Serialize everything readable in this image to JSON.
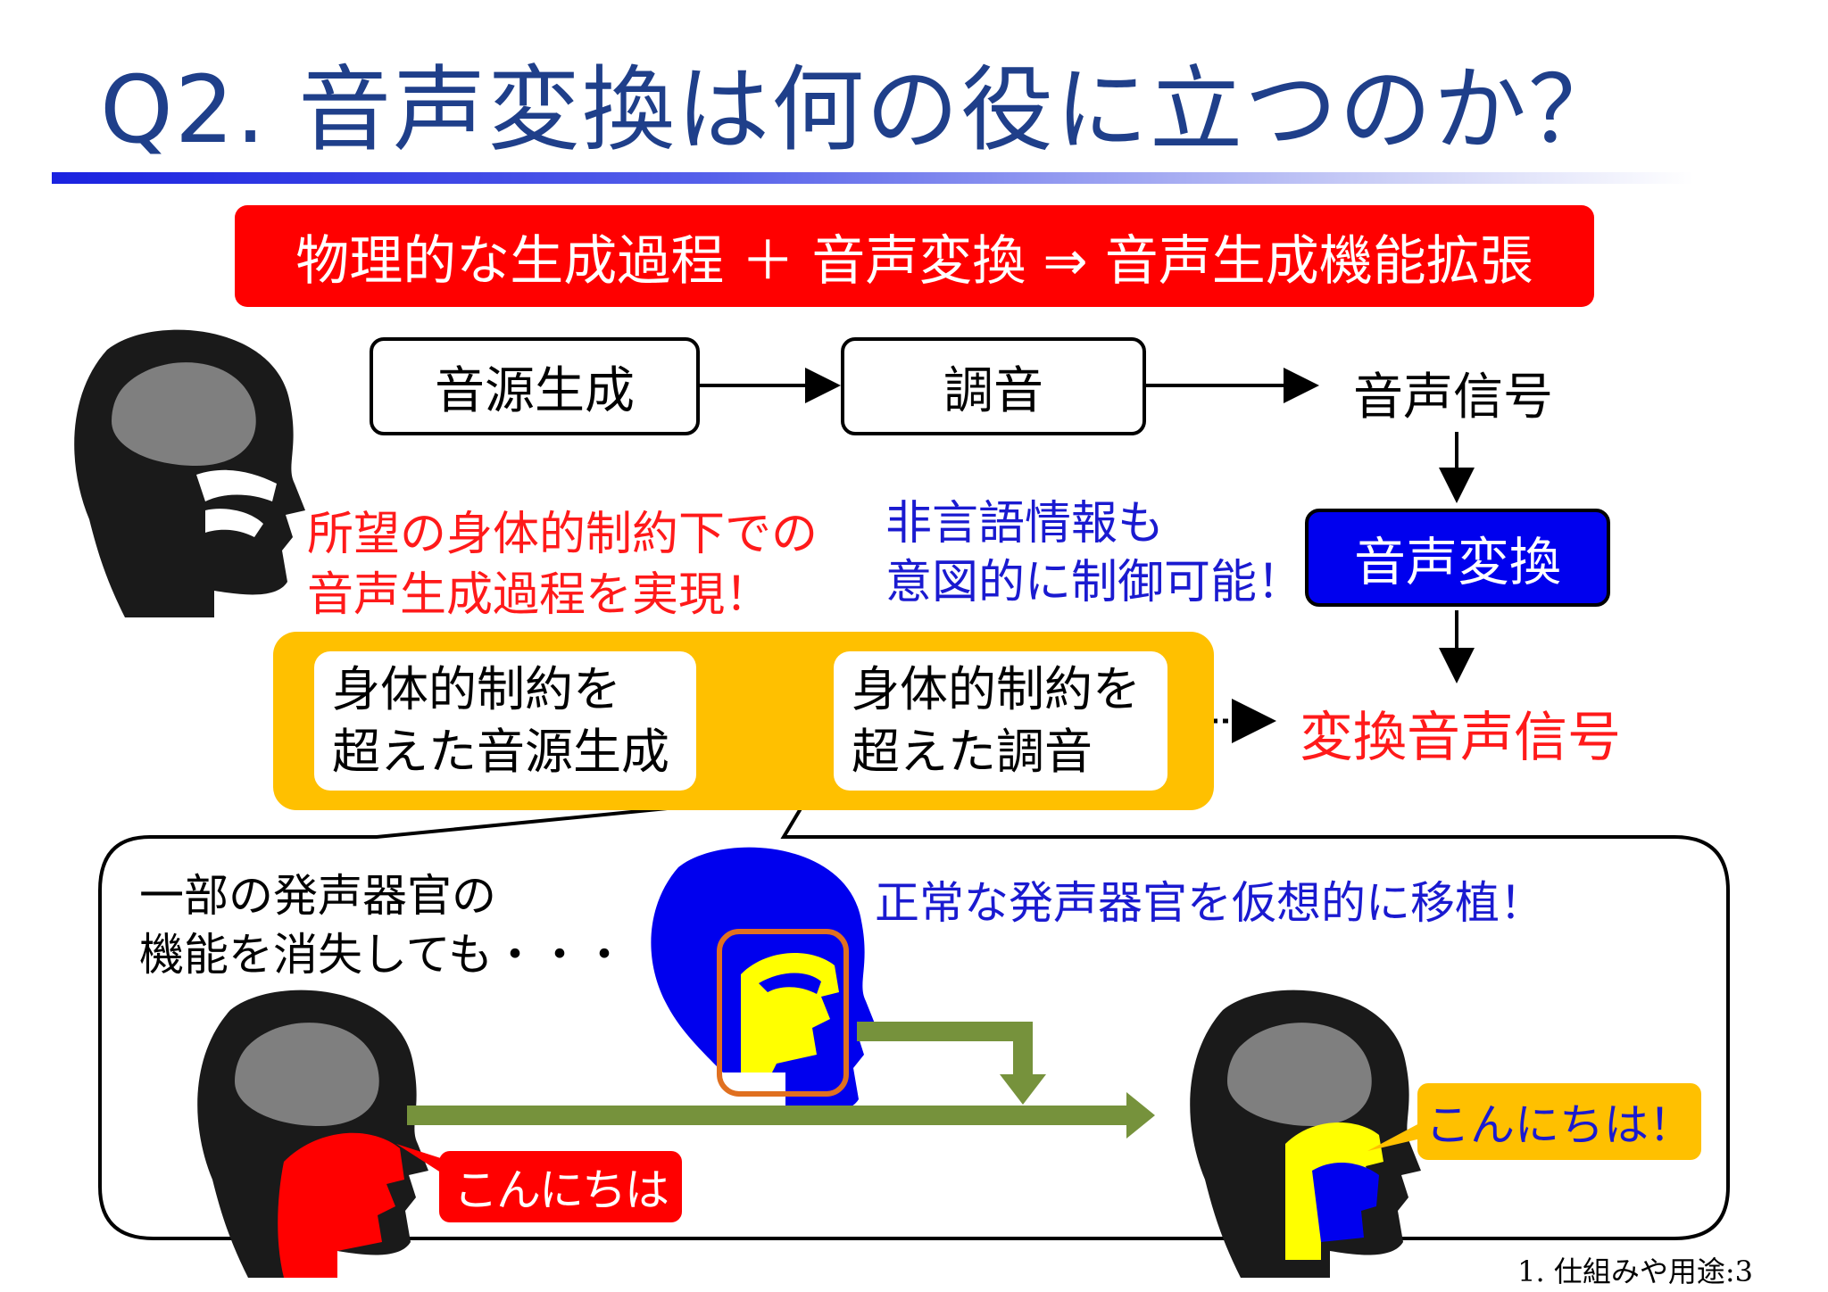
{
  "title": "Q2. 音声変換は何の役に立つのか？",
  "banner": "物理的な生成過程 ＋ 音声変換 ⇒ 音声生成機能拡張",
  "flow": {
    "source_generation": "音源生成",
    "articulation": "調音",
    "speech_signal": "音声信号",
    "voice_conversion": "音声変換",
    "converted_signal": "変換音声信号"
  },
  "notes": {
    "red_line1": "所望の身体的制約下での",
    "red_line2": "音声生成過程を実現！",
    "blue_line1": "非言語情報も",
    "blue_line2": "意図的に制御可能！"
  },
  "yellow_panel": {
    "box1_line1": "身体的制約を",
    "box1_line2": "超えた音源生成",
    "box2_line1": "身体的制約を",
    "box2_line2": "超えた調音"
  },
  "bubble": {
    "left_line1": "一部の発声器官の",
    "left_line2": "機能を消失しても・・・",
    "transplant": "正常な発声器官を仮想的に移植！",
    "distorted_greeting": "こんにちは",
    "greeting": "こんにちは！"
  },
  "footer": "1. 仕組みや用途:3",
  "colors": {
    "title_blue": "#1f3f8a",
    "banner_red": "#ff0000",
    "conversion_blue": "#0000ee",
    "panel_yellow": "#ffc000",
    "arrow_green": "#76923c",
    "head_dark": "#1a1a1a",
    "brain_gray": "#7f7f7f"
  }
}
